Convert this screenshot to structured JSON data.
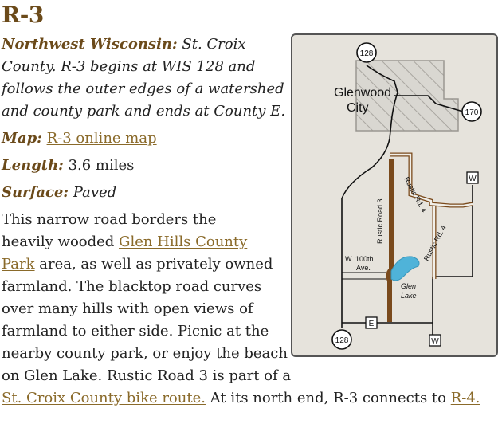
{
  "title": "R-3",
  "intro": {
    "label": "Northwest Wisconsin:",
    "line1": "St. Croix",
    "line2": "County. R-3 begins at WIS 128 and",
    "line3": "follows the outer edges of a watershed",
    "line4": "and county park and ends at County E."
  },
  "map_row": {
    "label": "Map:",
    "link": "R-3 online map"
  },
  "length_row": {
    "label": "Length:",
    "value": "3.6 miles"
  },
  "surface_row": {
    "label": "Surface:",
    "value": "Paved"
  },
  "body": {
    "l1": "This narrow road borders the",
    "l2_pre": "heavily wooded ",
    "l2_link": "Glen Hills County",
    "l3_link": "Park",
    "l3_post": " area, as well as privately owned",
    "l4": "farmland. The blacktop road curves",
    "l5": "over many hills with open views of",
    "l6": "farmland to either side. Picnic at the",
    "l7": "nearby county park, or enjoy the beach",
    "l8": "on Glen Lake. Rustic Road 3 is part of a",
    "l9_link1": "St. Croix County bike route.",
    "l9_mid": " At its north end, R-3 connects to ",
    "l9_link2": "R-4."
  },
  "map": {
    "city_line1": "Glenwood",
    "city_line2": "City",
    "shield_128_top": "128",
    "shield_170": "170",
    "shield_128_bottom": "128",
    "w_top": "W",
    "w_bottom": "W",
    "e_label": "E",
    "rustic3": "Rustic Road 3",
    "rustic4a": "Rustic Rd. 4",
    "rustic4b": "Rustic Rd. 4",
    "w100_line1": "W. 100th",
    "w100_line2": "Ave.",
    "glen_line1": "Glen",
    "glen_line2": "Lake",
    "colors": {
      "rustic": "#7a4a1c",
      "lake": "#4fb3d9",
      "road": "#111111",
      "city_fill": "#d4d2cc"
    }
  }
}
